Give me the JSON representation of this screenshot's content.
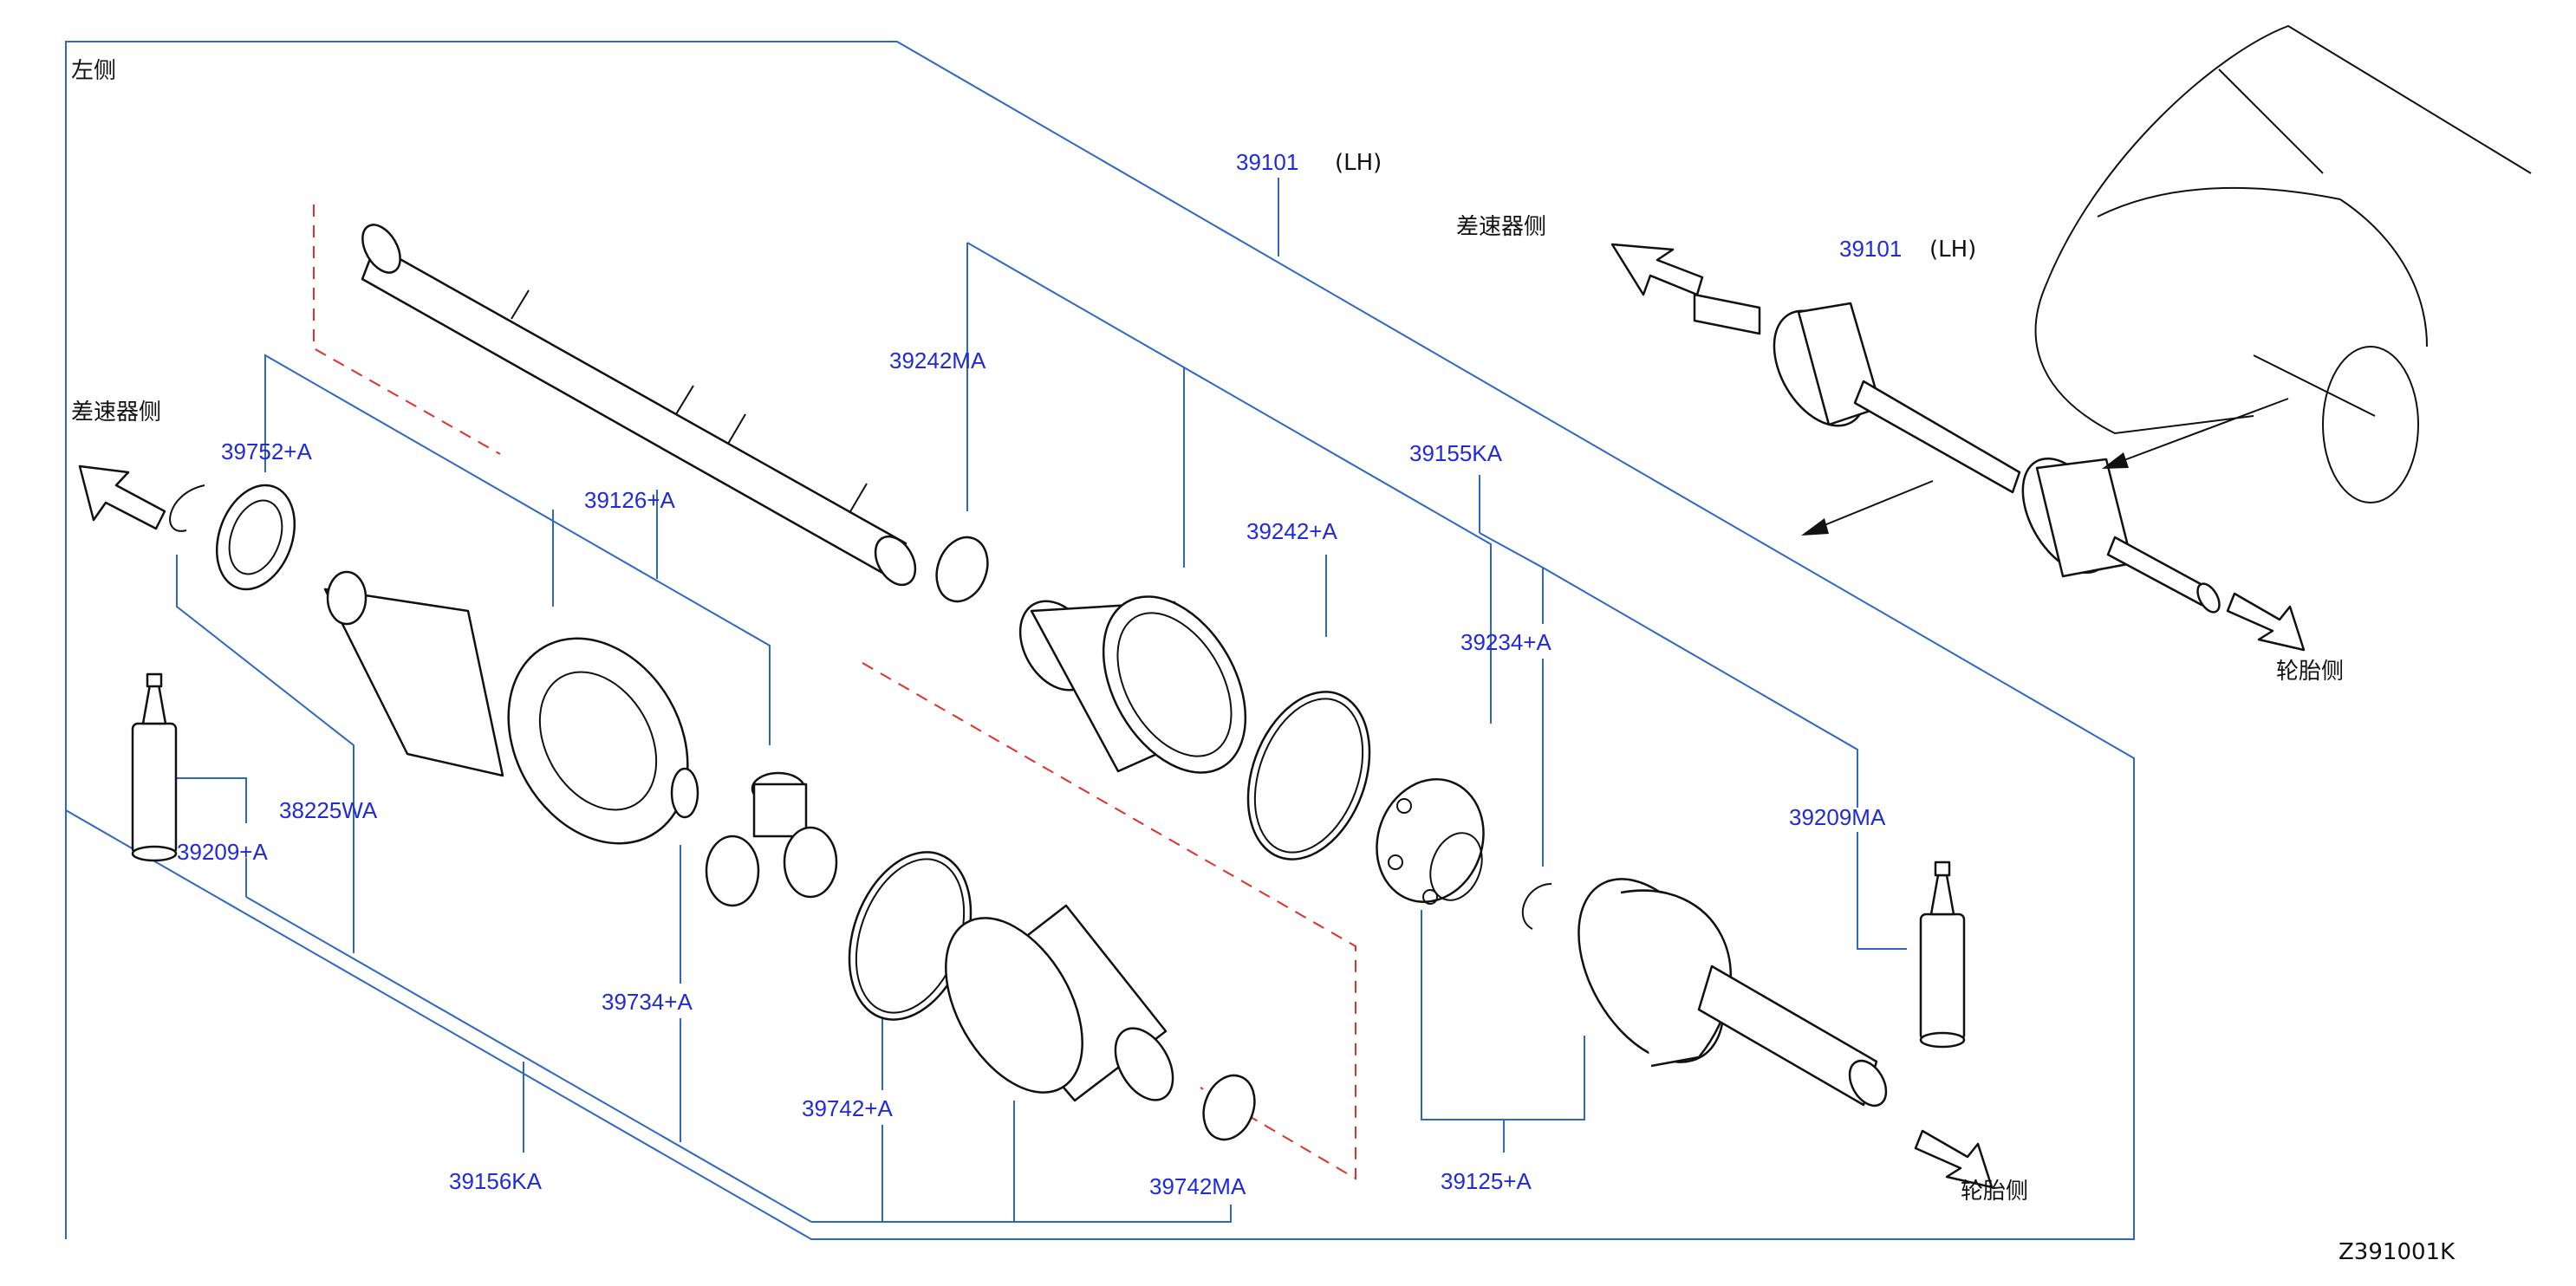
{
  "labels": {
    "side": "左侧",
    "diff_left": "差速器侧",
    "diff_right": "差速器侧",
    "tire_center": "轮胎侧",
    "tire_right": "轮胎侧",
    "figure_id": "Z391001K"
  },
  "parts": {
    "p39101": "39101",
    "p39101_lh": "(LH)",
    "p39101_inset": "39101",
    "p39101_inset_lh": "(LH)",
    "p39242MA": "39242MA",
    "p39155KA": "39155KA",
    "p39752A": "39752+A",
    "p39126A": "39126+A",
    "p39242A": "39242+A",
    "p39234A": "39234+A",
    "p38225WA": "38225WA",
    "p39209A": "39209+A",
    "p39209MA": "39209MA",
    "p39734A": "39734+A",
    "p39742A": "39742+A",
    "p39742MA": "39742MA",
    "p39156KA": "39156KA",
    "p39125A": "39125+A"
  }
}
